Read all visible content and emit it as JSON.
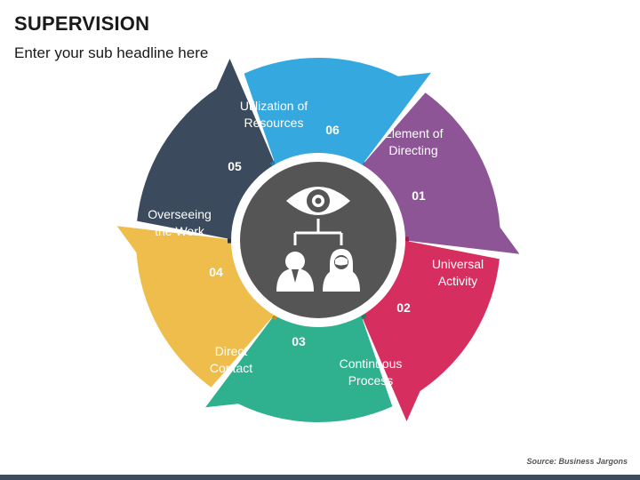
{
  "header": {
    "title": "SUPERVISION",
    "subtitle": "Enter your sub headline here"
  },
  "segments": [
    {
      "number": "01",
      "line1": "Element of",
      "line2": "Directing",
      "color": "#8e5596",
      "shadow": "#6a3d72"
    },
    {
      "number": "02",
      "line1": "Universal",
      "line2": "Activity",
      "color": "#d62f5f",
      "shadow": "#a31f46"
    },
    {
      "number": "03",
      "line1": "Continuous",
      "line2": "Process",
      "color": "#2fb08f",
      "shadow": "#1f7f66"
    },
    {
      "number": "04",
      "line1": "Direct",
      "line2": "Contact",
      "color": "#efbd4c",
      "shadow": "#c28f1f"
    },
    {
      "number": "05",
      "line1": "Overseeing",
      "line2": "the Work",
      "color": "#3c4a5e",
      "shadow": "#27323f"
    },
    {
      "number": "06",
      "line1": "Utilization of",
      "line2": "Resources",
      "color": "#35a8e0",
      "shadow": "#1f7fad"
    }
  ],
  "center": {
    "color": "#555555",
    "icons": [
      "eye-icon",
      "org-chart-icon",
      "male-user-icon",
      "female-user-icon"
    ]
  },
  "footer": {
    "source": "Source: Business Jargons"
  }
}
